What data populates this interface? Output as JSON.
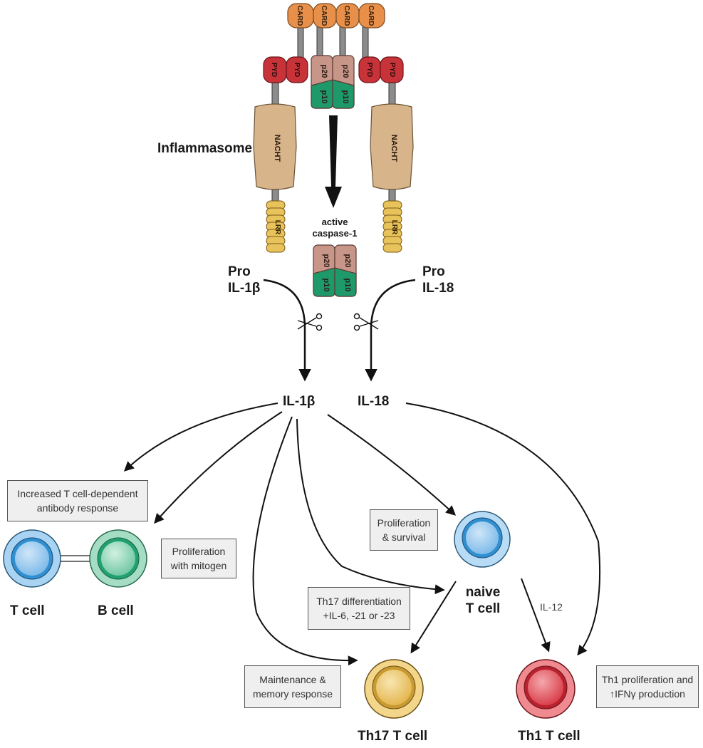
{
  "inflammasome": {
    "title": "Inflammasome",
    "domains": {
      "card": "CARD",
      "pyd": "PYD",
      "nacht": "NACHT",
      "lrr": "LRR",
      "p20": "p20",
      "p10": "p10"
    }
  },
  "caspase": {
    "line1": "active",
    "line2": "caspase-1"
  },
  "pro_il1b": {
    "line1": "Pro",
    "line2": "IL-1β"
  },
  "pro_il18": {
    "line1": "Pro",
    "line2": "IL-18"
  },
  "il1b": "IL-1β",
  "il18": "IL-18",
  "il12": "IL-12",
  "boxes": {
    "antibody": [
      "Increased T cell-dependent",
      "antibody response"
    ],
    "mitogen": [
      "Proliferation",
      "with mitogen"
    ],
    "survival": [
      "Proliferation",
      "& survival"
    ],
    "th17diff": [
      "Th17 differentiation",
      "+IL-6, -21 or -23"
    ],
    "memory": [
      "Maintenance &",
      "memory response"
    ],
    "th1prolif": [
      "Th1 proliferation and",
      "IFNγ production"
    ]
  },
  "cells": {
    "t_cell": "T cell",
    "b_cell": "B cell",
    "naive_line1": "naive",
    "naive_line2": "T cell",
    "th17": "Th17 T cell",
    "th1": "Th1 T cell"
  },
  "colors": {
    "card": "#e8904a",
    "pyd": "#c8333a",
    "nacht": "#d7b48a",
    "lrr": "#e8c25a",
    "p20": "#c79688",
    "p10": "#1e9a6a",
    "t_cell": "#5ea8e0",
    "b_cell": "#52b890",
    "th17": "#e2b44c",
    "th1": "#e04450"
  }
}
